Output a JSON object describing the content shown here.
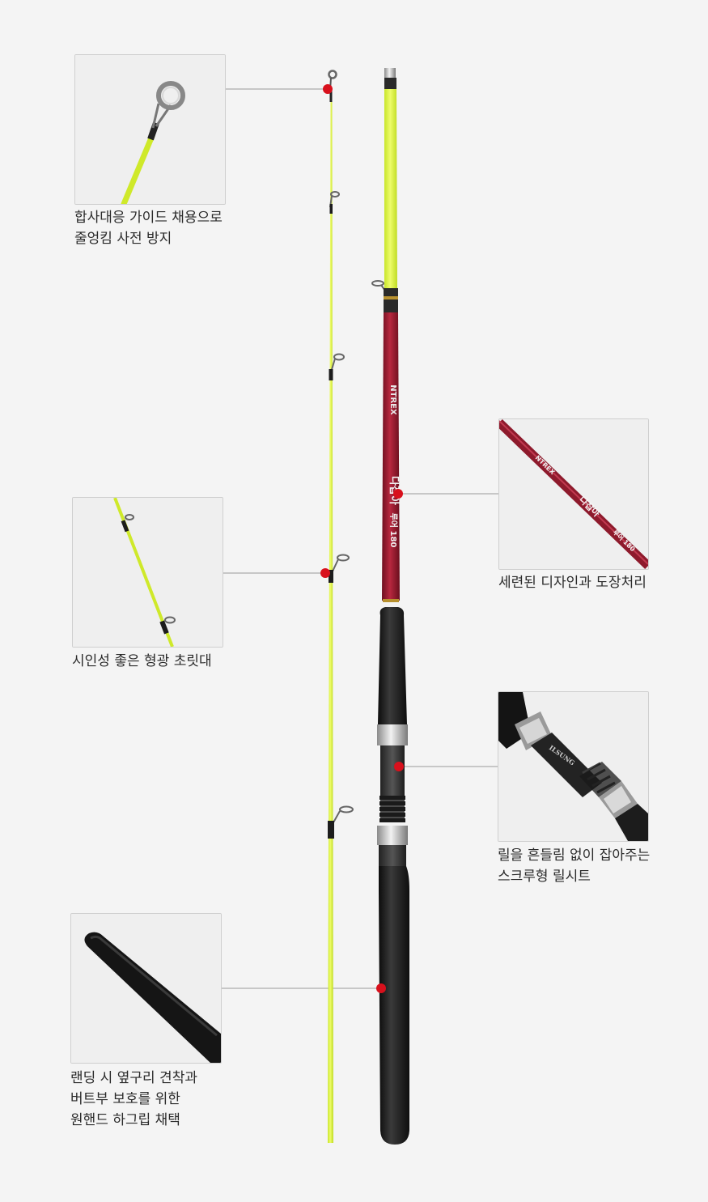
{
  "features": [
    {
      "id": "tip-guide",
      "lines": [
        "합사대응 가이드 채용으로",
        "줄엉킴 사전 방지"
      ]
    },
    {
      "id": "fluorescent-tip",
      "lines": [
        "시인성 좋은 형광 초릿대"
      ]
    },
    {
      "id": "design-coating",
      "lines": [
        "세련된 디자인과 도장처리"
      ]
    },
    {
      "id": "reel-seat",
      "lines": [
        "릴을 흔들림 없이 잡아주는",
        "스크루형 릴시트"
      ]
    },
    {
      "id": "handle-grip",
      "lines": [
        "랜딩 시 옆구리 견착과",
        "버트부 보호를 위한",
        "원핸드 하그립 채택"
      ]
    }
  ],
  "rod_print": {
    "brand": "NTREX",
    "model": "다잡아",
    "spec": "루어 180",
    "reel_seat_brand": "ILSUNG"
  },
  "colors": {
    "fluorescent_yellow": "#d9f53a",
    "blank_red": "#9c1e33",
    "grip_black": "#1c1c1c",
    "marker_red": "#d8101c",
    "leader_gray": "#9a9a9a"
  }
}
